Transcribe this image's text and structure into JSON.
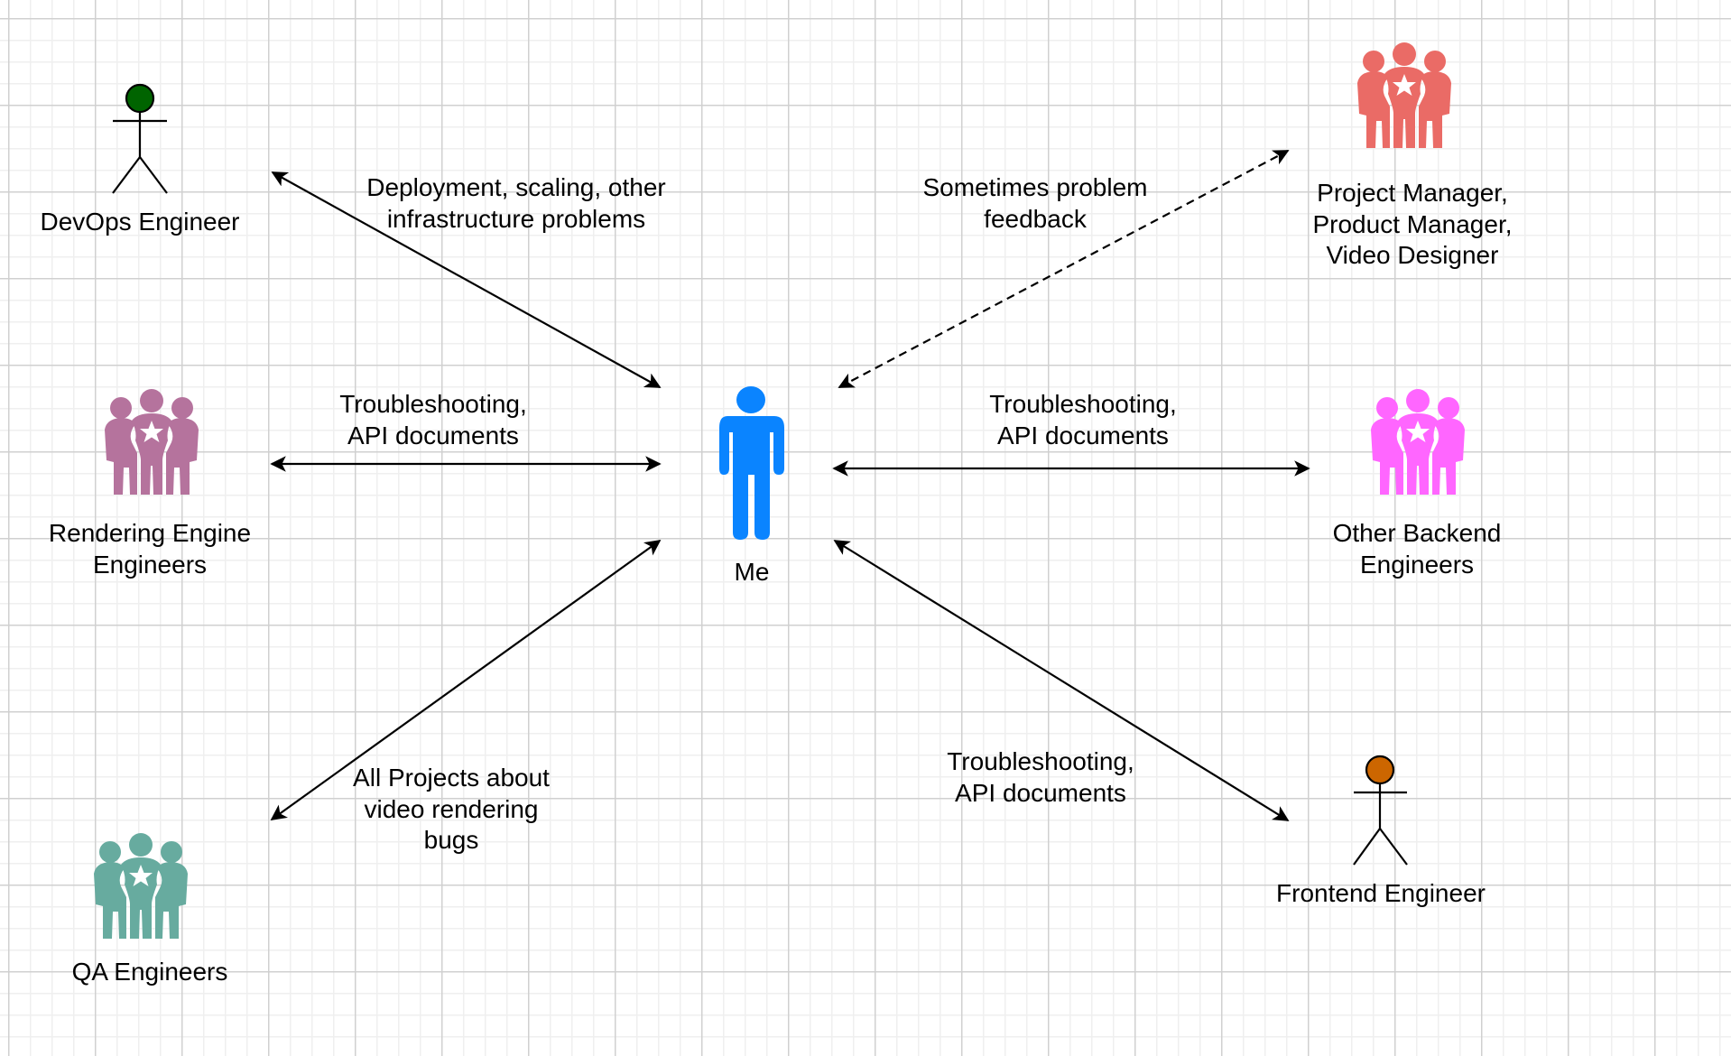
{
  "diagram": {
    "title": "Team communication map",
    "center": {
      "label": "Me",
      "color": "#0A84FF"
    },
    "nodes": [
      {
        "id": "devops",
        "type": "actor",
        "lines": [
          "DevOps Engineer"
        ],
        "head_color": "#006400"
      },
      {
        "id": "pm",
        "type": "group",
        "lines": [
          "Project Manager,",
          "Product Manager,",
          "Video Designer"
        ],
        "color": "#EA6B66"
      },
      {
        "id": "rendering",
        "type": "group",
        "lines": [
          "Rendering Engine",
          "Engineers"
        ],
        "color": "#B5739D"
      },
      {
        "id": "backend",
        "type": "group",
        "lines": [
          "Other Backend",
          "Engineers"
        ],
        "color": "#FF66FF"
      },
      {
        "id": "qa",
        "type": "group",
        "lines": [
          "QA Engineers"
        ],
        "color": "#67AB9F"
      },
      {
        "id": "frontend",
        "type": "actor",
        "lines": [
          "Frontend Engineer"
        ],
        "head_color": "#CC6600"
      }
    ],
    "edges": [
      {
        "from": "me",
        "to": "devops",
        "style": "solid",
        "direction": "both",
        "lines": [
          "Deployment, scaling, other",
          "infrastructure problems"
        ]
      },
      {
        "from": "me",
        "to": "pm",
        "style": "dashed",
        "direction": "both",
        "lines": [
          "Sometimes problem",
          "feedback"
        ]
      },
      {
        "from": "me",
        "to": "rendering",
        "style": "solid",
        "direction": "both",
        "lines": [
          "Troubleshooting,",
          "API documents"
        ]
      },
      {
        "from": "me",
        "to": "backend",
        "style": "solid",
        "direction": "both",
        "lines": [
          "Troubleshooting,",
          "API documents"
        ]
      },
      {
        "from": "me",
        "to": "qa",
        "style": "solid",
        "direction": "both",
        "lines": [
          "All Projects about",
          "video rendering",
          "bugs"
        ]
      },
      {
        "from": "me",
        "to": "frontend",
        "style": "solid",
        "direction": "both",
        "lines": [
          "Troubleshooting,",
          "API documents"
        ]
      }
    ]
  }
}
